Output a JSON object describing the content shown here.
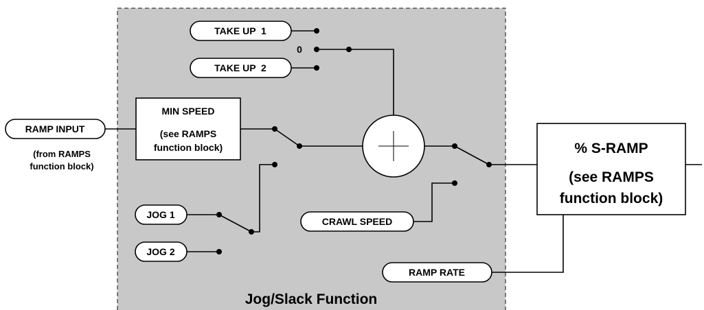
{
  "function_block": {
    "title": "Jog/Slack Function"
  },
  "inputs": {
    "ramp_input": "RAMP INPUT",
    "ramp_input_note_line1": "(from RAMPS",
    "ramp_input_note_line2": "function block)",
    "take_up_1": "TAKE UP  1",
    "take_up_2": "TAKE UP  2",
    "zero_label": "0",
    "jog_1": "JOG 1",
    "jog_2": "JOG 2",
    "crawl_speed": "CRAWL SPEED",
    "ramp_rate": "RAMP RATE"
  },
  "min_speed_block": {
    "title": "MIN SPEED",
    "note_line1": "(see RAMPS",
    "note_line2": "function block)"
  },
  "s_ramp_block": {
    "title": "% S-RAMP",
    "note_line1": "(see RAMPS",
    "note_line2": "function block)"
  }
}
